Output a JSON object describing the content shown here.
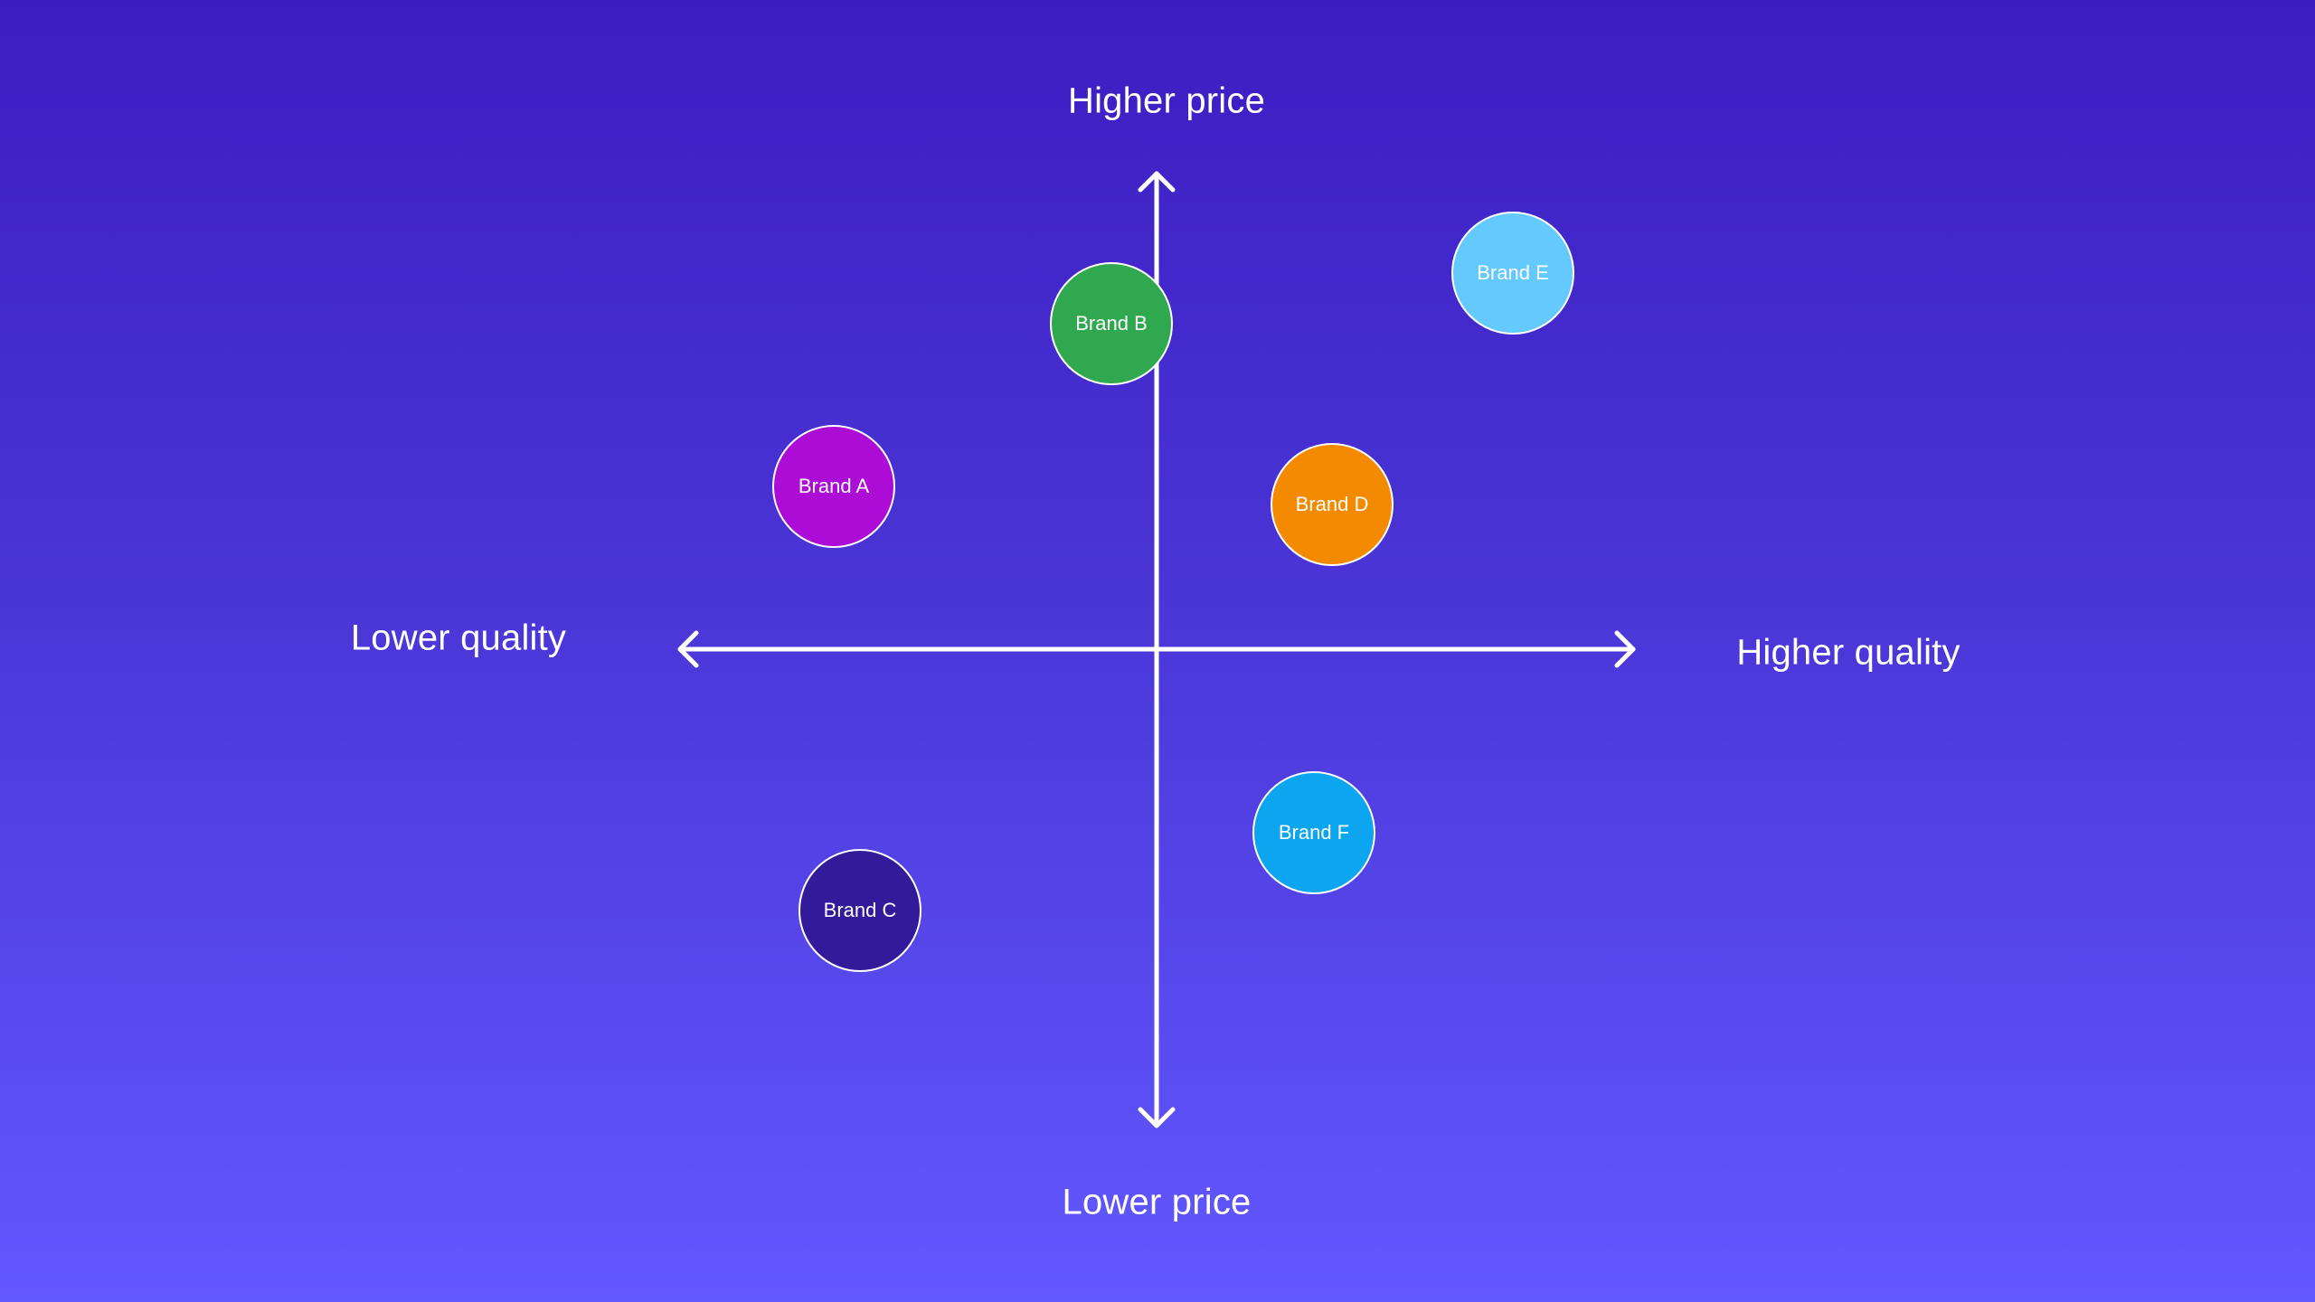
{
  "background": {
    "top": "#3C1DC2",
    "bottom": "#6258FF"
  },
  "axes": {
    "top_label": "Higher price",
    "bottom_label": "Lower price",
    "left_label": "Lower quality",
    "right_label": "Higher quality",
    "color": "#FFFFFF"
  },
  "brands": [
    {
      "label": "Brand A",
      "color": "#AD0BD6"
    },
    {
      "label": "Brand B",
      "color": "#2FA84F"
    },
    {
      "label": "Brand C",
      "color": "#311B9A"
    },
    {
      "label": "Brand D",
      "color": "#F48A00"
    },
    {
      "label": "Brand E",
      "color": "#63C9FF"
    },
    {
      "label": "Brand F",
      "color": "#0BA5F0"
    }
  ],
  "chart_data": {
    "type": "scatter",
    "title": "",
    "xlabel": "Quality (Lower quality → Higher quality)",
    "ylabel": "Price (Lower price → Higher price)",
    "xlim": [
      -1,
      1
    ],
    "ylim": [
      -1,
      1
    ],
    "grid": false,
    "annotations": [
      "Higher price",
      "Lower price",
      "Lower quality",
      "Higher quality"
    ],
    "points": [
      {
        "label": "Brand A",
        "x": -0.67,
        "y": 0.34,
        "color": "#AD0BD6"
      },
      {
        "label": "Brand B",
        "x": -0.09,
        "y": 0.68,
        "color": "#2FA84F"
      },
      {
        "label": "Brand C",
        "x": -0.62,
        "y": -0.55,
        "color": "#311B9A"
      },
      {
        "label": "Brand D",
        "x": 0.37,
        "y": 0.3,
        "color": "#F48A00"
      },
      {
        "label": "Brand E",
        "x": 0.74,
        "y": 0.79,
        "color": "#63C9FF"
      },
      {
        "label": "Brand F",
        "x": 0.33,
        "y": -0.39,
        "color": "#0BA5F0"
      }
    ]
  }
}
